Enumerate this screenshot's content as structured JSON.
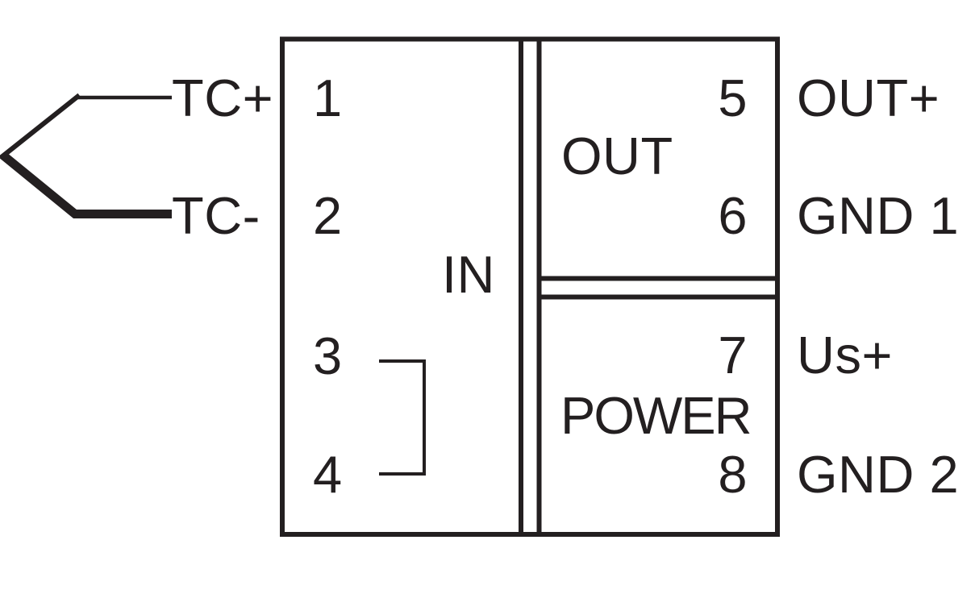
{
  "colors": {
    "line": "#231f20",
    "text": "#231f20",
    "background": "#ffffff"
  },
  "sensor": {
    "positive_label": "TC+",
    "negative_label": "TC-"
  },
  "module": {
    "input": {
      "label": "IN",
      "pin1": "1",
      "pin2": "2",
      "pin3": "3",
      "pin4": "4"
    },
    "output": {
      "label": "OUT",
      "pin5": "5",
      "pin6": "6"
    },
    "power": {
      "label": "POWER",
      "pin7": "7",
      "pin8": "8"
    }
  },
  "terminals": {
    "pin5_label": "OUT+",
    "pin6_label": "GND 1",
    "pin7_label": "Us+",
    "pin8_label": "GND 2"
  }
}
